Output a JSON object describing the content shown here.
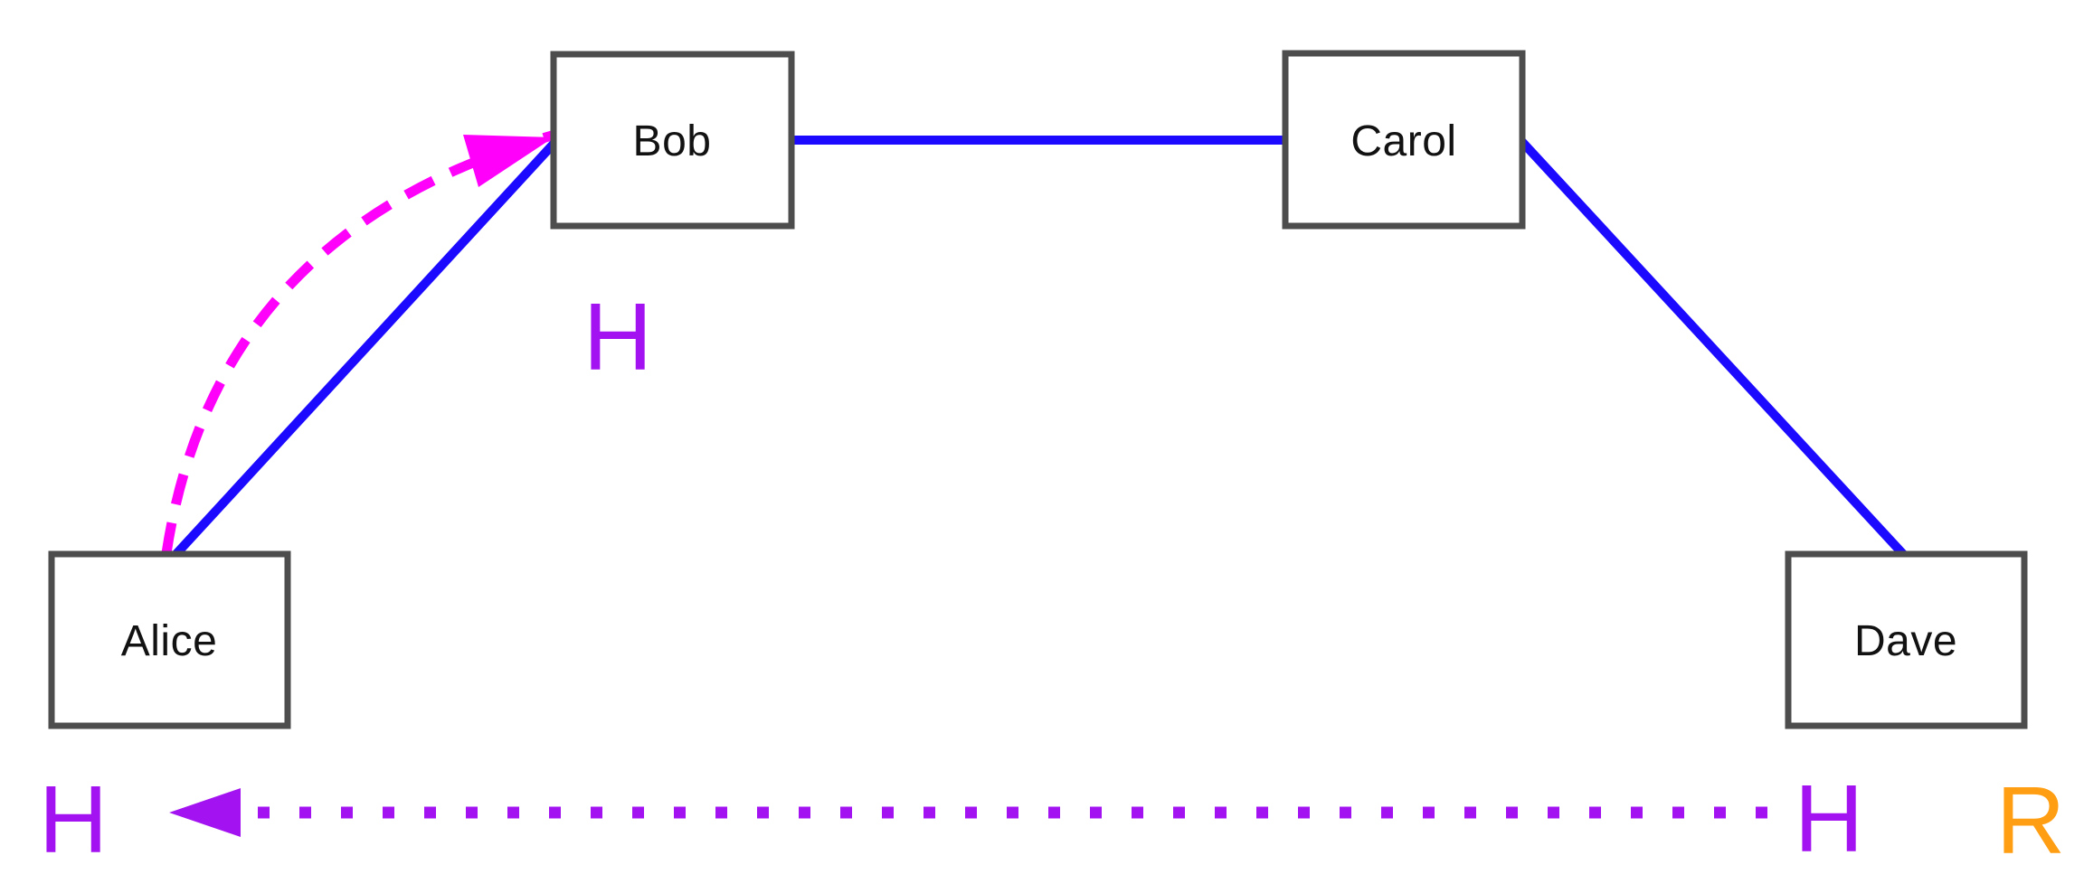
{
  "diagram": {
    "background_color": "#ffffff",
    "nodes": [
      {
        "id": "alice",
        "label": "Alice"
      },
      {
        "id": "bob",
        "label": "Bob"
      },
      {
        "id": "carol",
        "label": "Carol"
      },
      {
        "id": "dave",
        "label": "Dave"
      }
    ],
    "edges": [
      {
        "from": "Alice",
        "to": "Bob",
        "style": "solid",
        "color": "#1b0aff"
      },
      {
        "from": "Bob",
        "to": "Carol",
        "style": "solid",
        "color": "#1b0aff"
      },
      {
        "from": "Carol",
        "to": "Dave",
        "style": "solid",
        "color": "#1b0aff"
      }
    ],
    "arrows": [
      {
        "from": "Alice",
        "to": "Bob",
        "style": "dashed-curved",
        "color": "#ff00fb",
        "direction": "to-bob"
      },
      {
        "style": "dotted-horizontal",
        "color": "#a312f0",
        "direction": "pointing-left",
        "position": "bottom"
      }
    ],
    "annotations": {
      "h_near_bob": "H",
      "h_bottom_left": "H",
      "h_bottom_right": "H",
      "r_bottom_right": "R"
    },
    "colors": {
      "edge_blue": "#1b0aff",
      "arrow_magenta": "#ff00fb",
      "label_purple": "#a312f0",
      "label_orange": "#ff9e12",
      "node_border": "#4d4d4d",
      "node_text": "#121212"
    }
  }
}
